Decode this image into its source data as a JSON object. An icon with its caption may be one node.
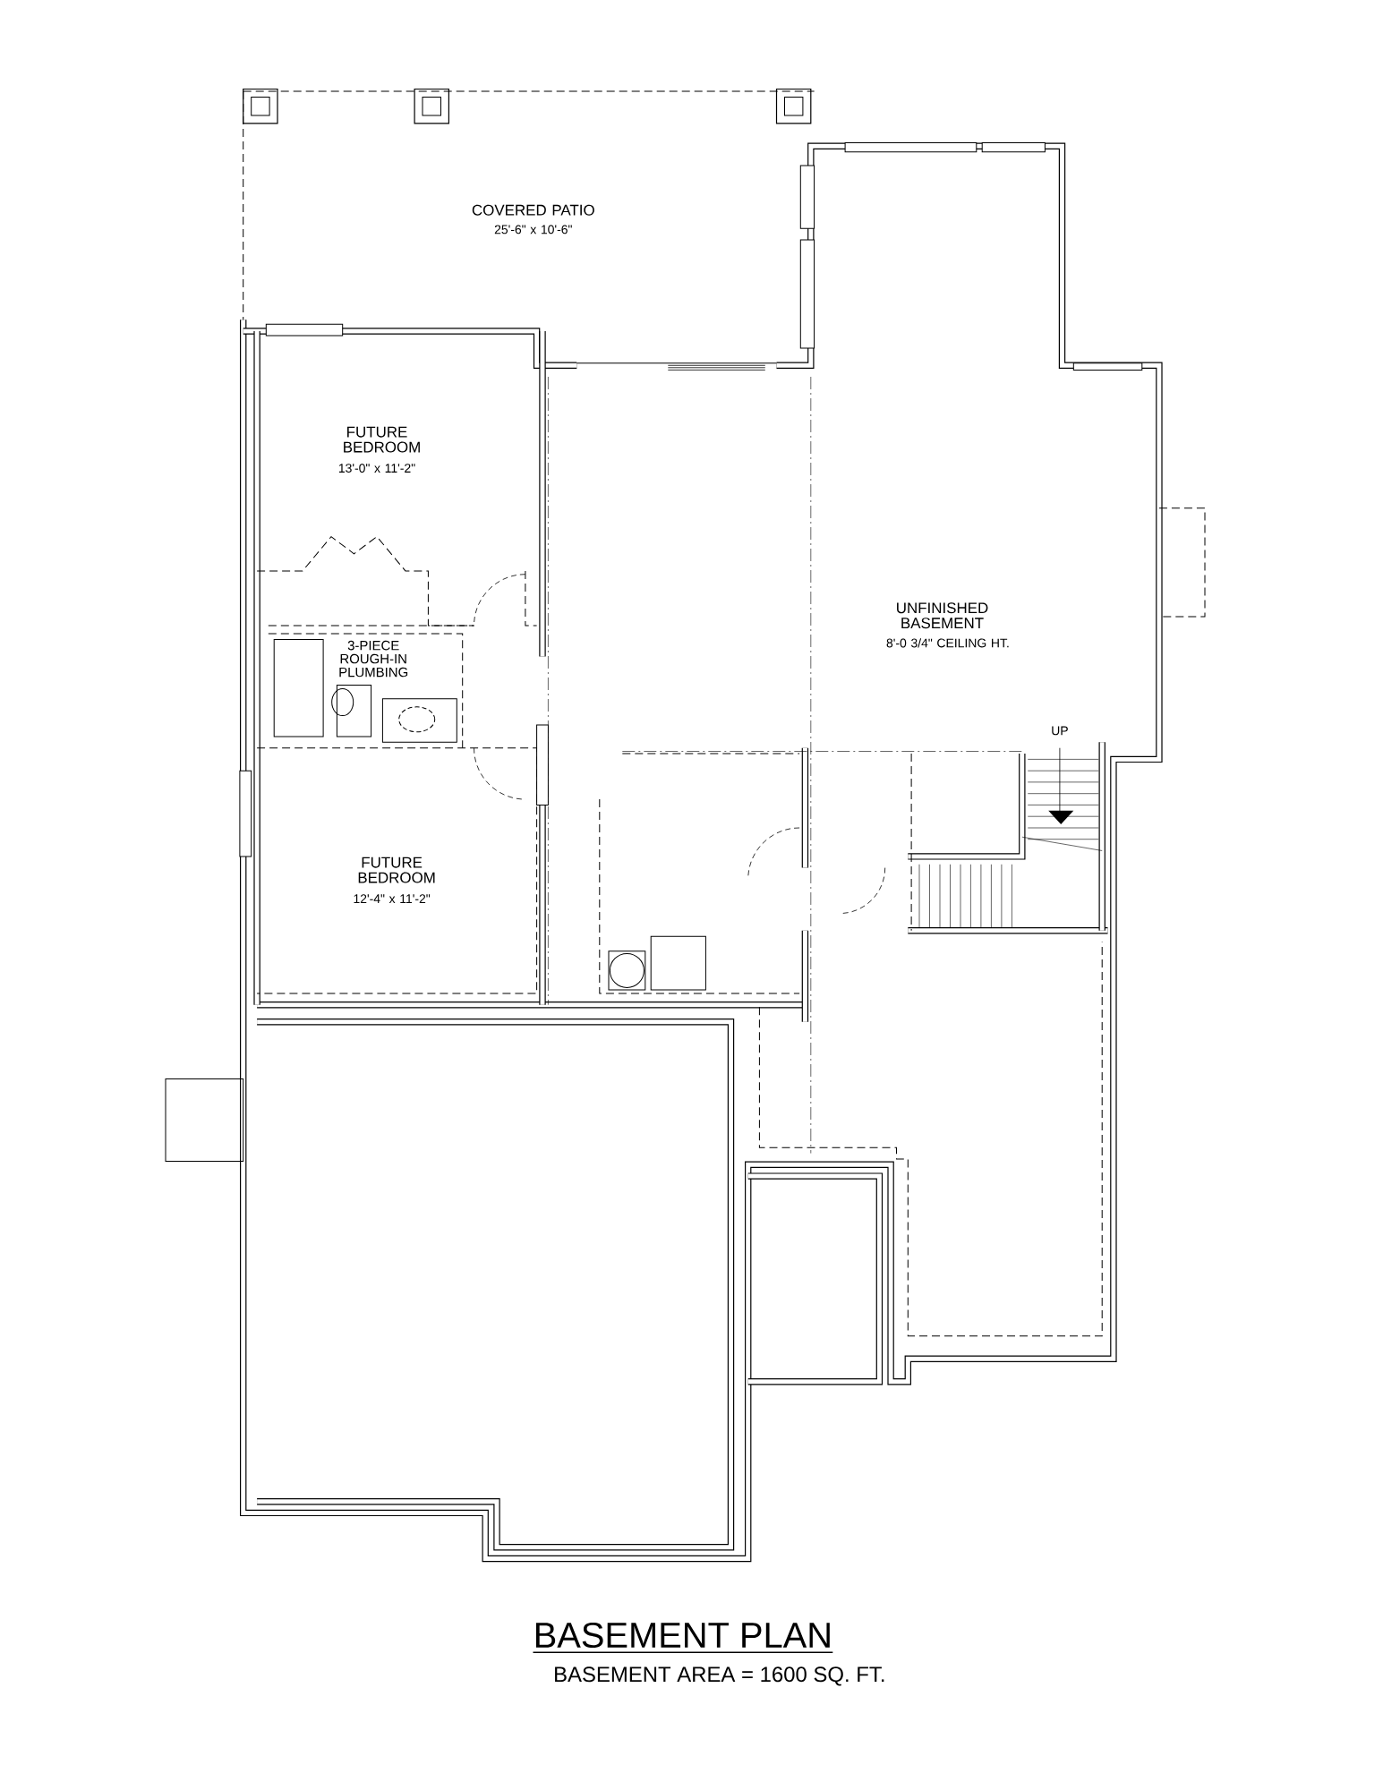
{
  "diagram": {
    "title": "BASEMENT PLAN",
    "caption": "BASEMENT AREA = 1600 SQ. FT.",
    "labels": [
      "COVERED PATIO",
      "25'-6\" x 10'-6\"",
      "FUTURE BEDROOM",
      "13'-0\" x 11'-2\"",
      "3-PIECE ROUGH-IN PLUMBING",
      "FUTURE BEDROOM",
      "12'-4\" x 11'-2\"",
      "UNFINISHED BASEMENT",
      "8'-0 3/4\" CEILING HT.",
      "UP"
    ]
  }
}
